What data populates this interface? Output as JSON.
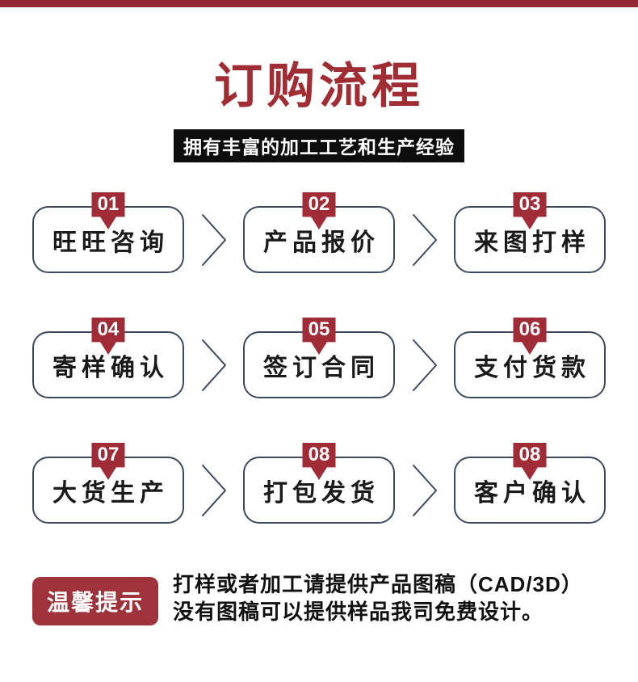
{
  "page": {
    "title": "订购流程",
    "subtitle": "拥有丰富的加工工艺和生产经验",
    "colors": {
      "top_bar": "#8e2733",
      "title_red": "#a12d34",
      "badge_red": "#a02c38",
      "tip_box_red": "#9e333b",
      "card_border": "#3d4a5e",
      "banner_black": "#0d0d0d"
    }
  },
  "steps": [
    {
      "number": "01",
      "label": "旺旺咨询"
    },
    {
      "number": "02",
      "label": "产品报价"
    },
    {
      "number": "03",
      "label": "来图打样"
    },
    {
      "number": "04",
      "label": "寄样确认"
    },
    {
      "number": "05",
      "label": "签订合同"
    },
    {
      "number": "06",
      "label": "支付货款"
    },
    {
      "number": "07",
      "label": "大货生产"
    },
    {
      "number": "08",
      "label": "打包发货"
    },
    {
      "number": "08",
      "label": "客户确认"
    }
  ],
  "tips": {
    "label": "温馨提示",
    "line1": "打样或者加工请提供产品图稿（CAD/3D）",
    "line2": "没有图稿可以提供样品我司免费设计。"
  }
}
